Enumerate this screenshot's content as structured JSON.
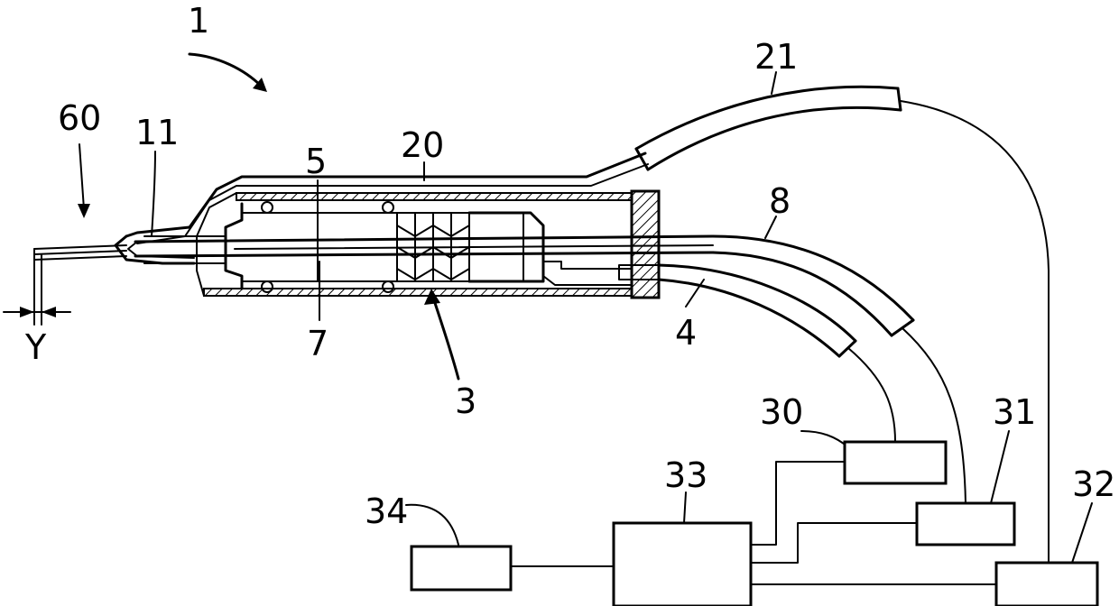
{
  "labels": {
    "l1": "1",
    "l3": "3",
    "l4": "4",
    "l5": "5",
    "l7": "7",
    "l8": "8",
    "l11": "11",
    "l20": "20",
    "l21": "21",
    "l30": "30",
    "l31": "31",
    "l32": "32",
    "l33": "33",
    "l34": "34",
    "l60": "60",
    "lY": "Y"
  },
  "colors": {
    "stroke": "#000000",
    "background": "#ffffff"
  }
}
